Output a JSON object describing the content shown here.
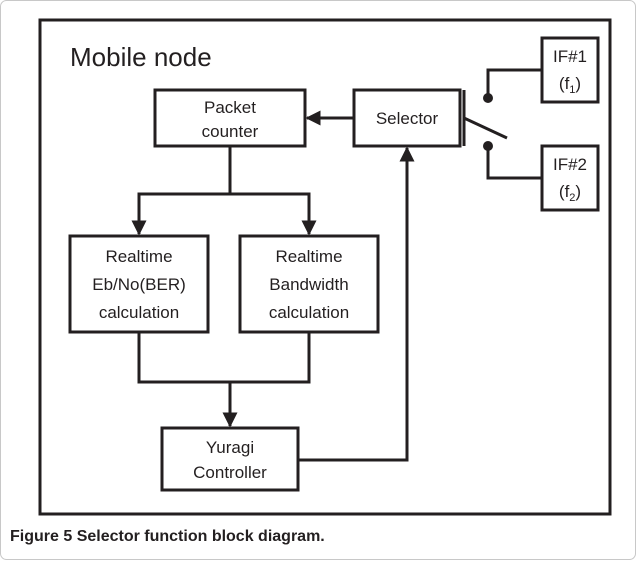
{
  "diagram": {
    "container_label": "Mobile node",
    "blocks": {
      "packet_counter": [
        "Packet",
        "counter"
      ],
      "selector": "Selector",
      "ber_calc": [
        "Realtime",
        "Eb/No(BER)",
        "calculation"
      ],
      "bw_calc": [
        "Realtime",
        "Bandwidth",
        "calculation"
      ],
      "yuragi": [
        "Yuragi",
        "Controller"
      ],
      "if1": {
        "line1": "IF#1",
        "line2_prefix": "(f",
        "line2_sub": "1",
        "line2_suffix": ")"
      },
      "if2": {
        "line1": "IF#2",
        "line2_prefix": "(f",
        "line2_sub": "2",
        "line2_suffix": ")"
      }
    }
  },
  "caption": {
    "label": "Figure 5",
    "text": "Selector function block diagram."
  }
}
